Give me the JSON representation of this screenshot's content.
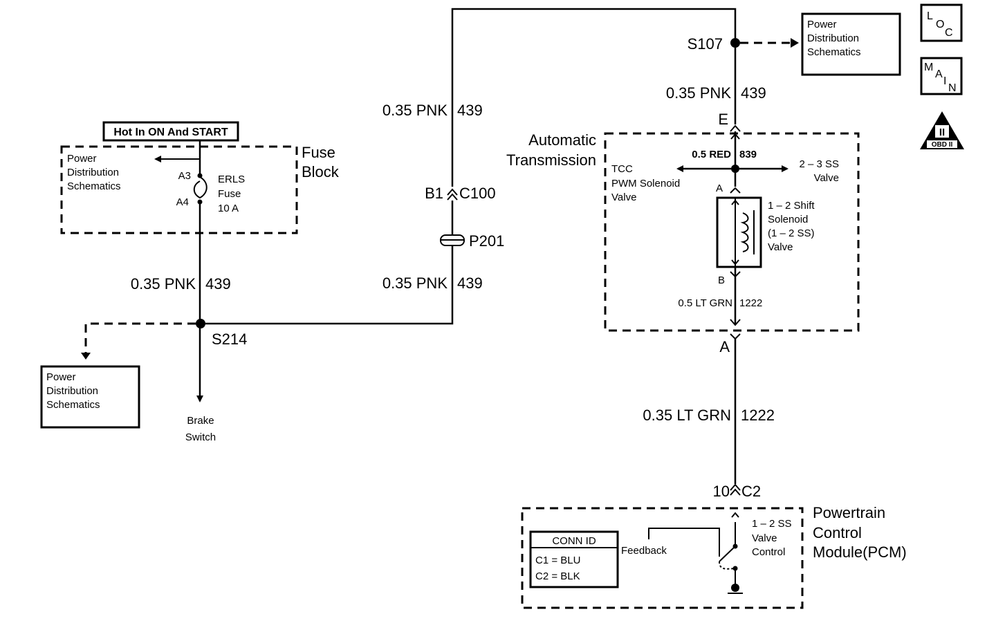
{
  "hot_label": "Hot In ON And START",
  "fuse_block": {
    "title_line1": "Fuse",
    "title_line2": "Block",
    "pds_line1": "Power",
    "pds_line2": "Distribution",
    "pds_line3": "Schematics",
    "terminal_a3": "A3",
    "terminal_a4": "A4",
    "fuse_line1": "ERLS",
    "fuse_line2": "Fuse",
    "fuse_line3": "10 A"
  },
  "wires": {
    "left_upper": {
      "gauge_color": "0.35 PNK",
      "circuit": "439"
    },
    "center_upper": {
      "gauge_color": "0.35 PNK",
      "circuit": "439"
    },
    "center_lower": {
      "gauge_color": "0.35 PNK",
      "circuit": "439"
    },
    "right_upper": {
      "gauge_color": "0.35 PNK",
      "circuit": "439"
    },
    "trans_internal_top": {
      "gauge_color": "0.5 RED",
      "circuit": "839"
    },
    "trans_internal_bottom": {
      "gauge_color": "0.5 LT GRN",
      "circuit": "1222"
    },
    "pcm_feed": {
      "gauge_color": "0.35 LT GRN",
      "circuit": "1222"
    }
  },
  "splices": {
    "s214": "S214",
    "s107": "S107"
  },
  "connectors": {
    "c100_pin": "B1",
    "c100_name": "C100",
    "p201": "P201",
    "trans_e": "E",
    "trans_a": "A",
    "sol_a": "A",
    "sol_b": "B",
    "pcm_pin": "10",
    "pcm_conn": "C2"
  },
  "pds_bottom_left": {
    "line1": "Power",
    "line2": "Distribution",
    "line3": "Schematics"
  },
  "pds_top_right": {
    "line1": "Power",
    "line2": "Distribution",
    "line3": "Schematics"
  },
  "brake_switch": {
    "line1": "Brake",
    "line2": "Switch"
  },
  "transmission": {
    "title_line1": "Automatic",
    "title_line2": "Transmission",
    "tcc_line1": "TCC",
    "tcc_line2": "PWM Solenoid",
    "tcc_line3": "Valve",
    "ss23_line1": "2 – 3 SS",
    "ss23_line2": "Valve",
    "sol_line1": "1 – 2 Shift",
    "sol_line2": "Solenoid",
    "sol_line3": "(1 – 2 SS)",
    "sol_line4": "Valve"
  },
  "pcm": {
    "title_line1": "Powertrain",
    "title_line2": "Control",
    "title_line3": "Module(PCM)",
    "conn_id_header": "CONN ID",
    "conn_c1": "C1 = BLU",
    "conn_c2": "C2 = BLK",
    "feedback": "Feedback",
    "ctrl_line1": "1 – 2 SS",
    "ctrl_line2": "Valve",
    "ctrl_line3": "Control"
  },
  "icons": {
    "loc": {
      "l": "L",
      "o": "O",
      "c": "C"
    },
    "main": {
      "m": "M",
      "a": "A",
      "i": "I",
      "n": "N"
    },
    "obd": {
      "numeral": "II",
      "label": "OBD II"
    }
  }
}
